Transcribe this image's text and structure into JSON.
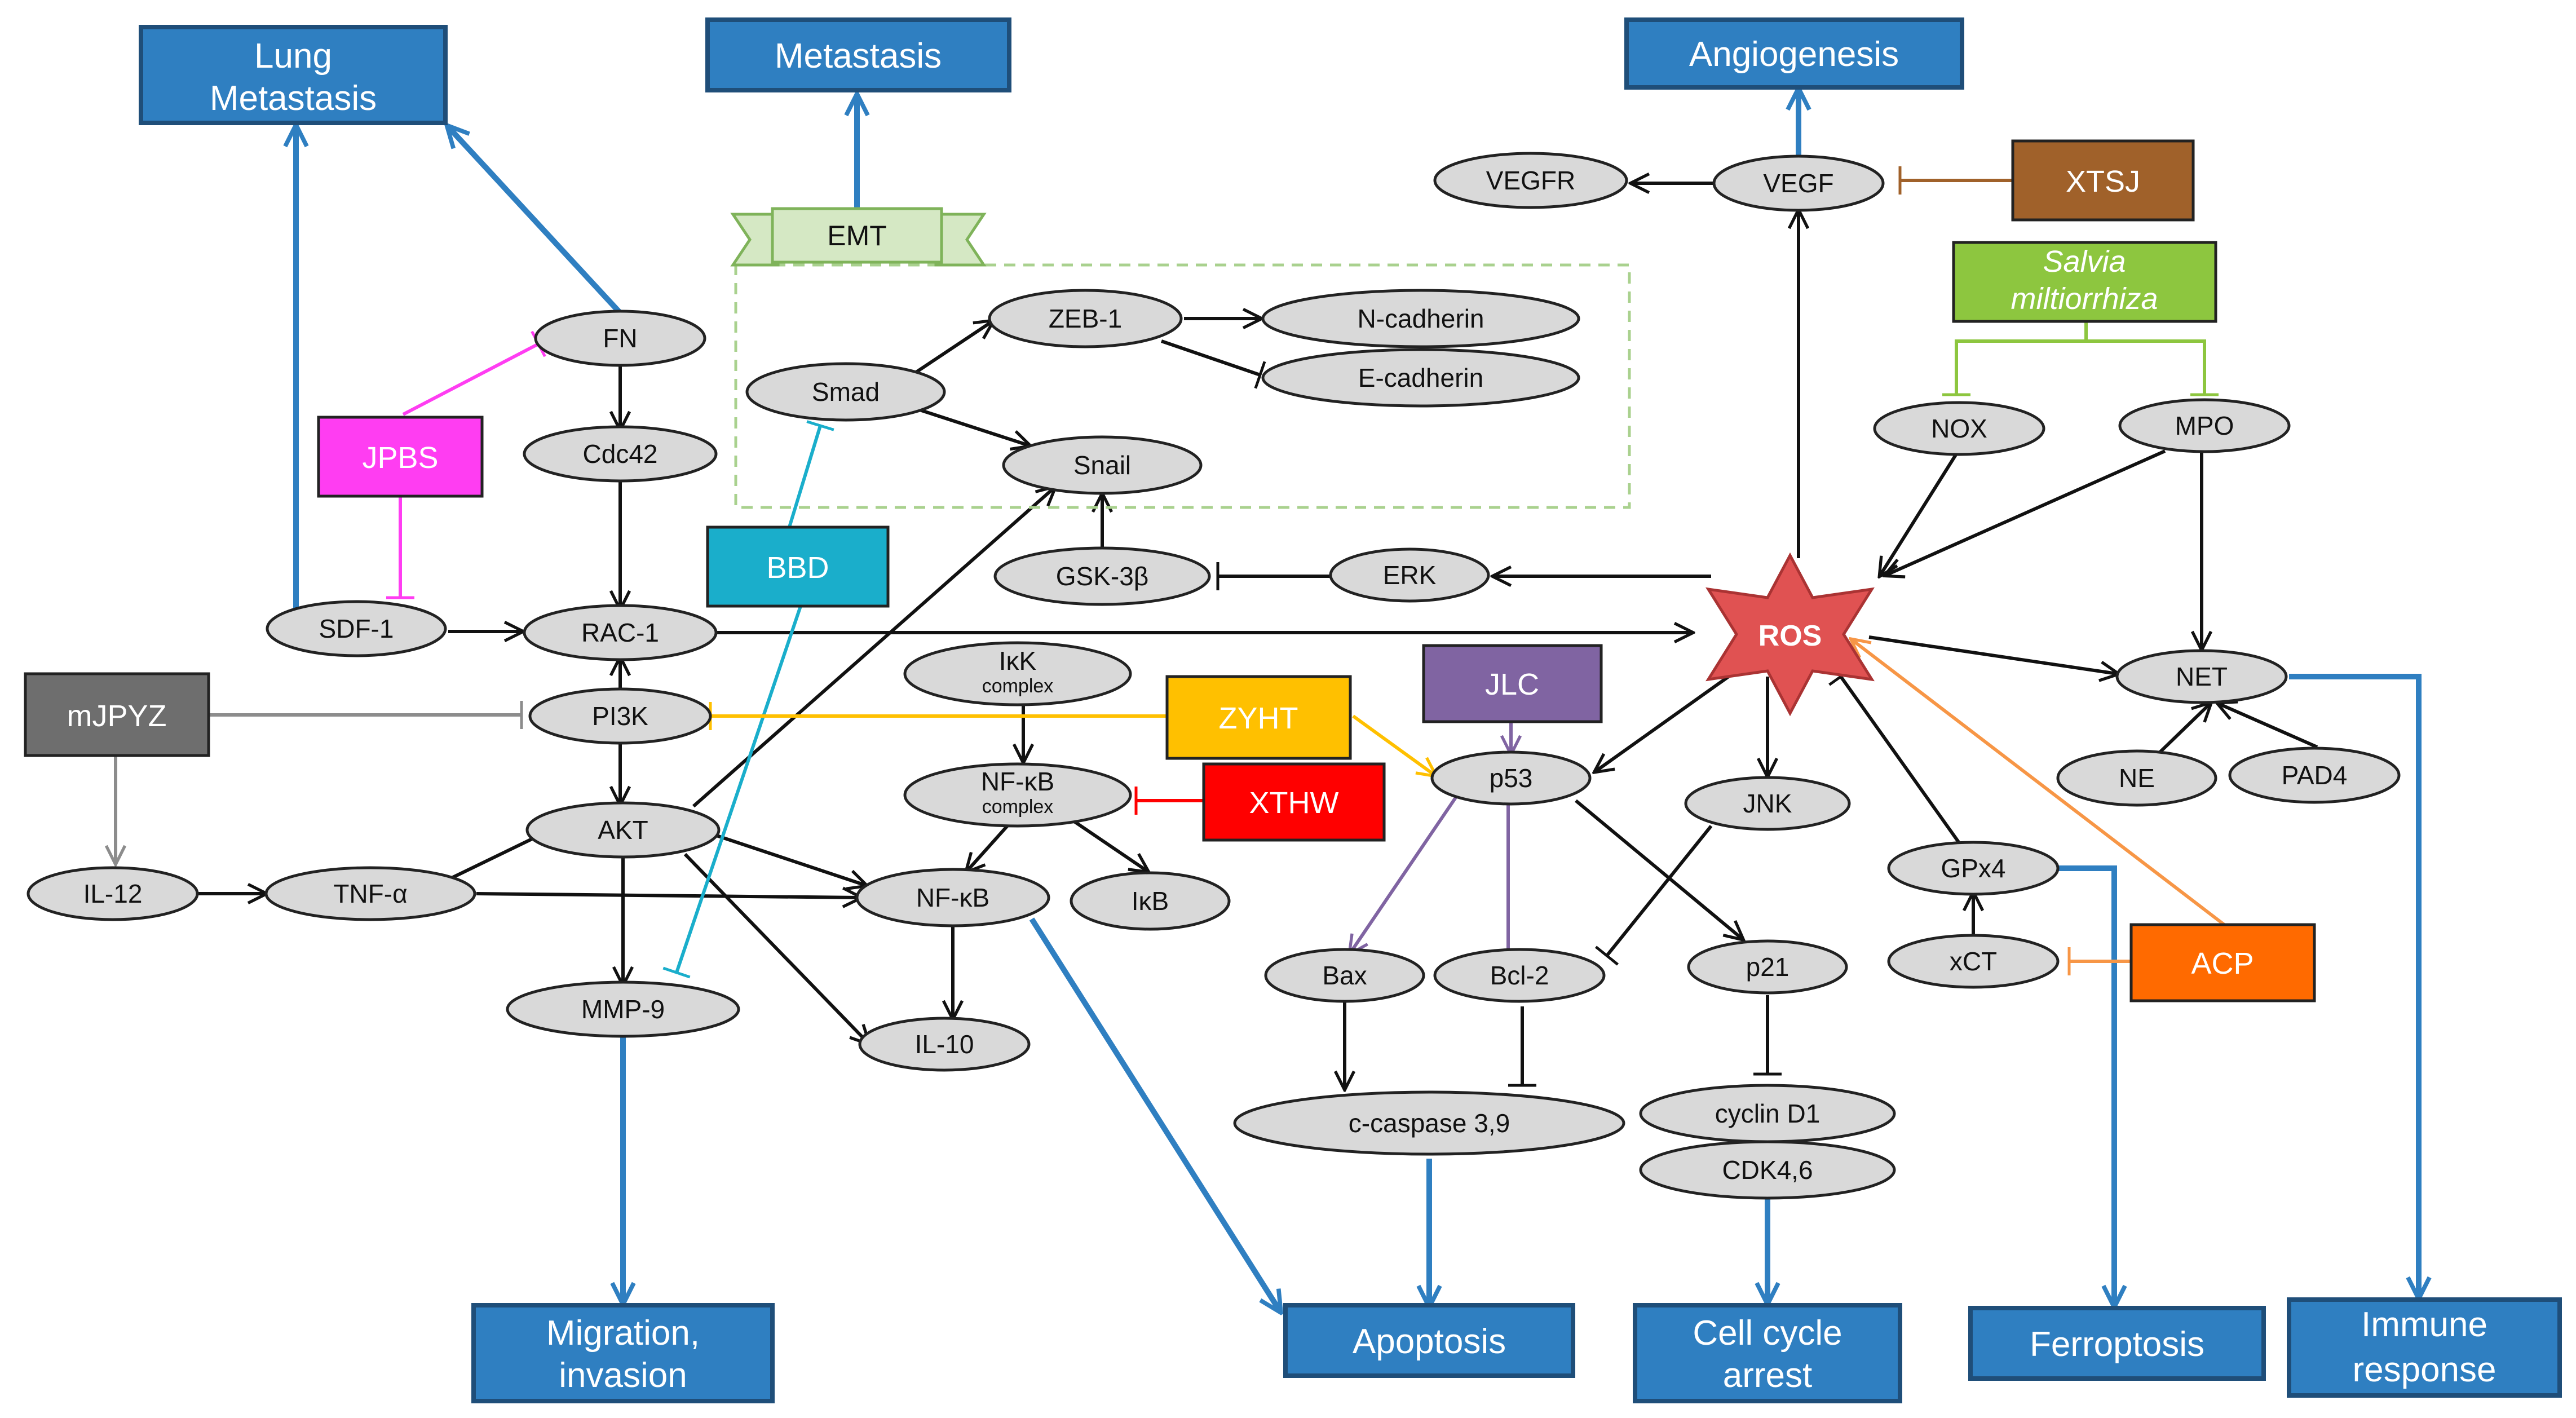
{
  "outcomes": {
    "lung_metastasis": [
      "Lung",
      "Metastasis"
    ],
    "metastasis": "Metastasis",
    "angiogenesis": "Angiogenesis",
    "migration": [
      "Migration,",
      "invasion"
    ],
    "apoptosis": "Apoptosis",
    "cell_cycle": [
      "Cell cycle",
      "arrest"
    ],
    "ferroptosis": "Ferroptosis",
    "immune": [
      "Immune",
      "response"
    ]
  },
  "herbs": {
    "jpbs": "JPBS",
    "bbd": "BBD",
    "mjpyz": "mJPYZ",
    "zyht": "ZYHT",
    "xthw": "XTHW",
    "jlc": "JLC",
    "xtsj": "XTSJ",
    "salvia": [
      "Salvia",
      "miltiorrhiza"
    ],
    "acp": "ACP"
  },
  "emt_label": "EMT",
  "ros_label": "ROS",
  "nodes": {
    "fn": "FN",
    "cdc42": "Cdc42",
    "rac1": "RAC-1",
    "sdf1": "SDF-1",
    "pi3k": "PI3K",
    "akt": "AKT",
    "il12": "IL-12",
    "tnfa": "TNF-α",
    "mmp9": "MMP-9",
    "smad": "Smad",
    "zeb1": "ZEB-1",
    "ncad": "N-cadherin",
    "ecad": "E-cadherin",
    "snail": "Snail",
    "gsk3b": "GSK-3β",
    "erk": "ERK",
    "ikk": "IκK",
    "ikk_sub": "complex",
    "nfkb_complex": "NF-κB",
    "nfkb_complex_sub": "complex",
    "nfkb": "NF-κB",
    "ikb": "IκB",
    "il10": "IL-10",
    "vegfr": "VEGFR",
    "vegf": "VEGF",
    "nox": "NOX",
    "mpo": "MPO",
    "net": "NET",
    "ne": "NE",
    "pad4": "PAD4",
    "p53": "p53",
    "jnk": "JNK",
    "bax": "Bax",
    "bcl2": "Bcl-2",
    "p21": "p21",
    "caspase": "c-caspase 3,9",
    "cyclind1": "cyclin D1",
    "cdk46": "CDK4,6",
    "gpx4": "GPx4",
    "xct": "xCT"
  },
  "colors": {
    "outcome_fill": "#2f7fc1",
    "outcome_border": "#1f4e79",
    "node_fill": "#d9d9d9",
    "jpbs": "#ff3df2",
    "bbd": "#1aaecb",
    "mjpyz": "#6e6e6e",
    "zyht": "#ffc000",
    "xthw": "#ff0000",
    "jlc": "#8064a2",
    "xtsj": "#a0612a",
    "salvia": "#8dc63f",
    "acp": "#ff6a00",
    "ros": "#e05252",
    "emt_fill": "#d5e8c4",
    "emt_border": "#7fb35a",
    "blue_arrow": "#2f7fc1"
  }
}
